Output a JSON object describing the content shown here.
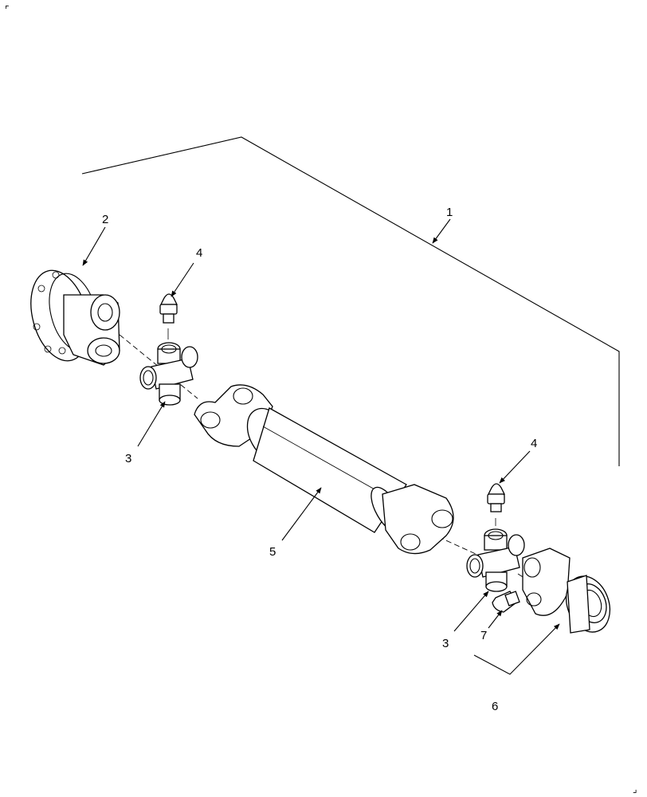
{
  "callouts": [
    {
      "id": "1",
      "label": "1"
    },
    {
      "id": "2",
      "label": "2"
    },
    {
      "id": "3a",
      "label": "3"
    },
    {
      "id": "3b",
      "label": "3"
    },
    {
      "id": "4a",
      "label": "4"
    },
    {
      "id": "4b",
      "label": "4"
    },
    {
      "id": "5",
      "label": "5"
    },
    {
      "id": "6",
      "label": "6"
    },
    {
      "id": "7",
      "label": "7"
    }
  ],
  "corner_marks": {
    "top_left": "⌜",
    "bottom_right": "⌟"
  }
}
